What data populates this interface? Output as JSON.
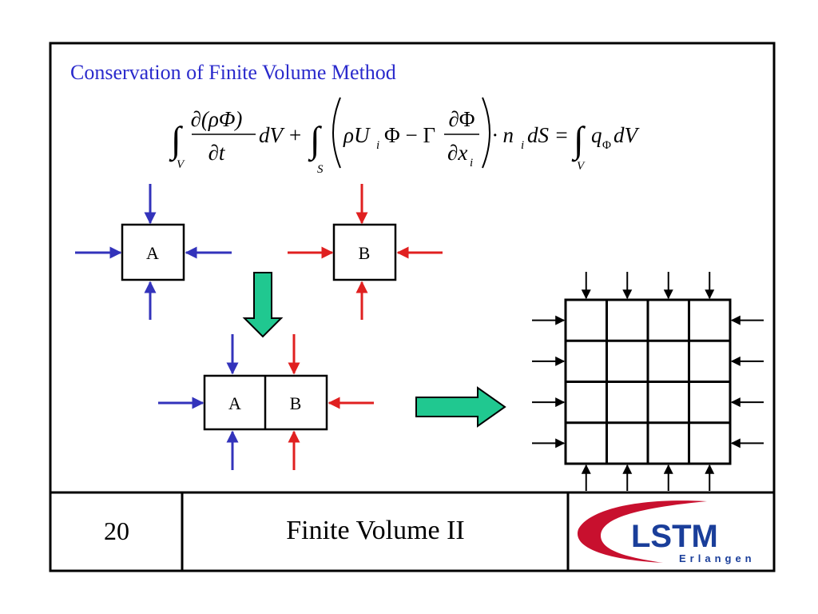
{
  "slide": {
    "title": "Conservation of Finite Volume Method",
    "title_color": "#2a2acc",
    "equation": {
      "int_sub_1": "V",
      "int_sub_2": "S",
      "int_sub_3": "V",
      "frac1_num": "∂(ρΦ)",
      "frac1_den": "∂t",
      "term1_tail": "dV +",
      "paren_lead": "ρU",
      "paren_lead_sub": "i",
      "paren_mid": "Φ − Γ",
      "frac2_num": "∂Φ",
      "frac2_den": "∂x",
      "frac2_den_sub": "i",
      "dot_term": "· n",
      "dot_term_sub": "i",
      "dot_tail": "dS =",
      "rhs_q": "q",
      "rhs_q_sub": "Φ",
      "rhs_tail": "dV"
    },
    "cells": {
      "a_label": "A",
      "b_label": "B",
      "merged_a_label": "A",
      "merged_b_label": "B"
    },
    "colors": {
      "blue_arrow": "#3333bb",
      "red_arrow": "#e02020",
      "green_arrow": "#20c890",
      "black": "#000000"
    },
    "grid": {
      "rows": 4,
      "cols": 4
    },
    "footer": {
      "page_number": "20",
      "title": "Finite Volume II",
      "logo_text": "LSTM",
      "logo_subtext": "Erlangen",
      "logo_blue": "#1a3e9a",
      "logo_red": "#c8102e"
    }
  }
}
